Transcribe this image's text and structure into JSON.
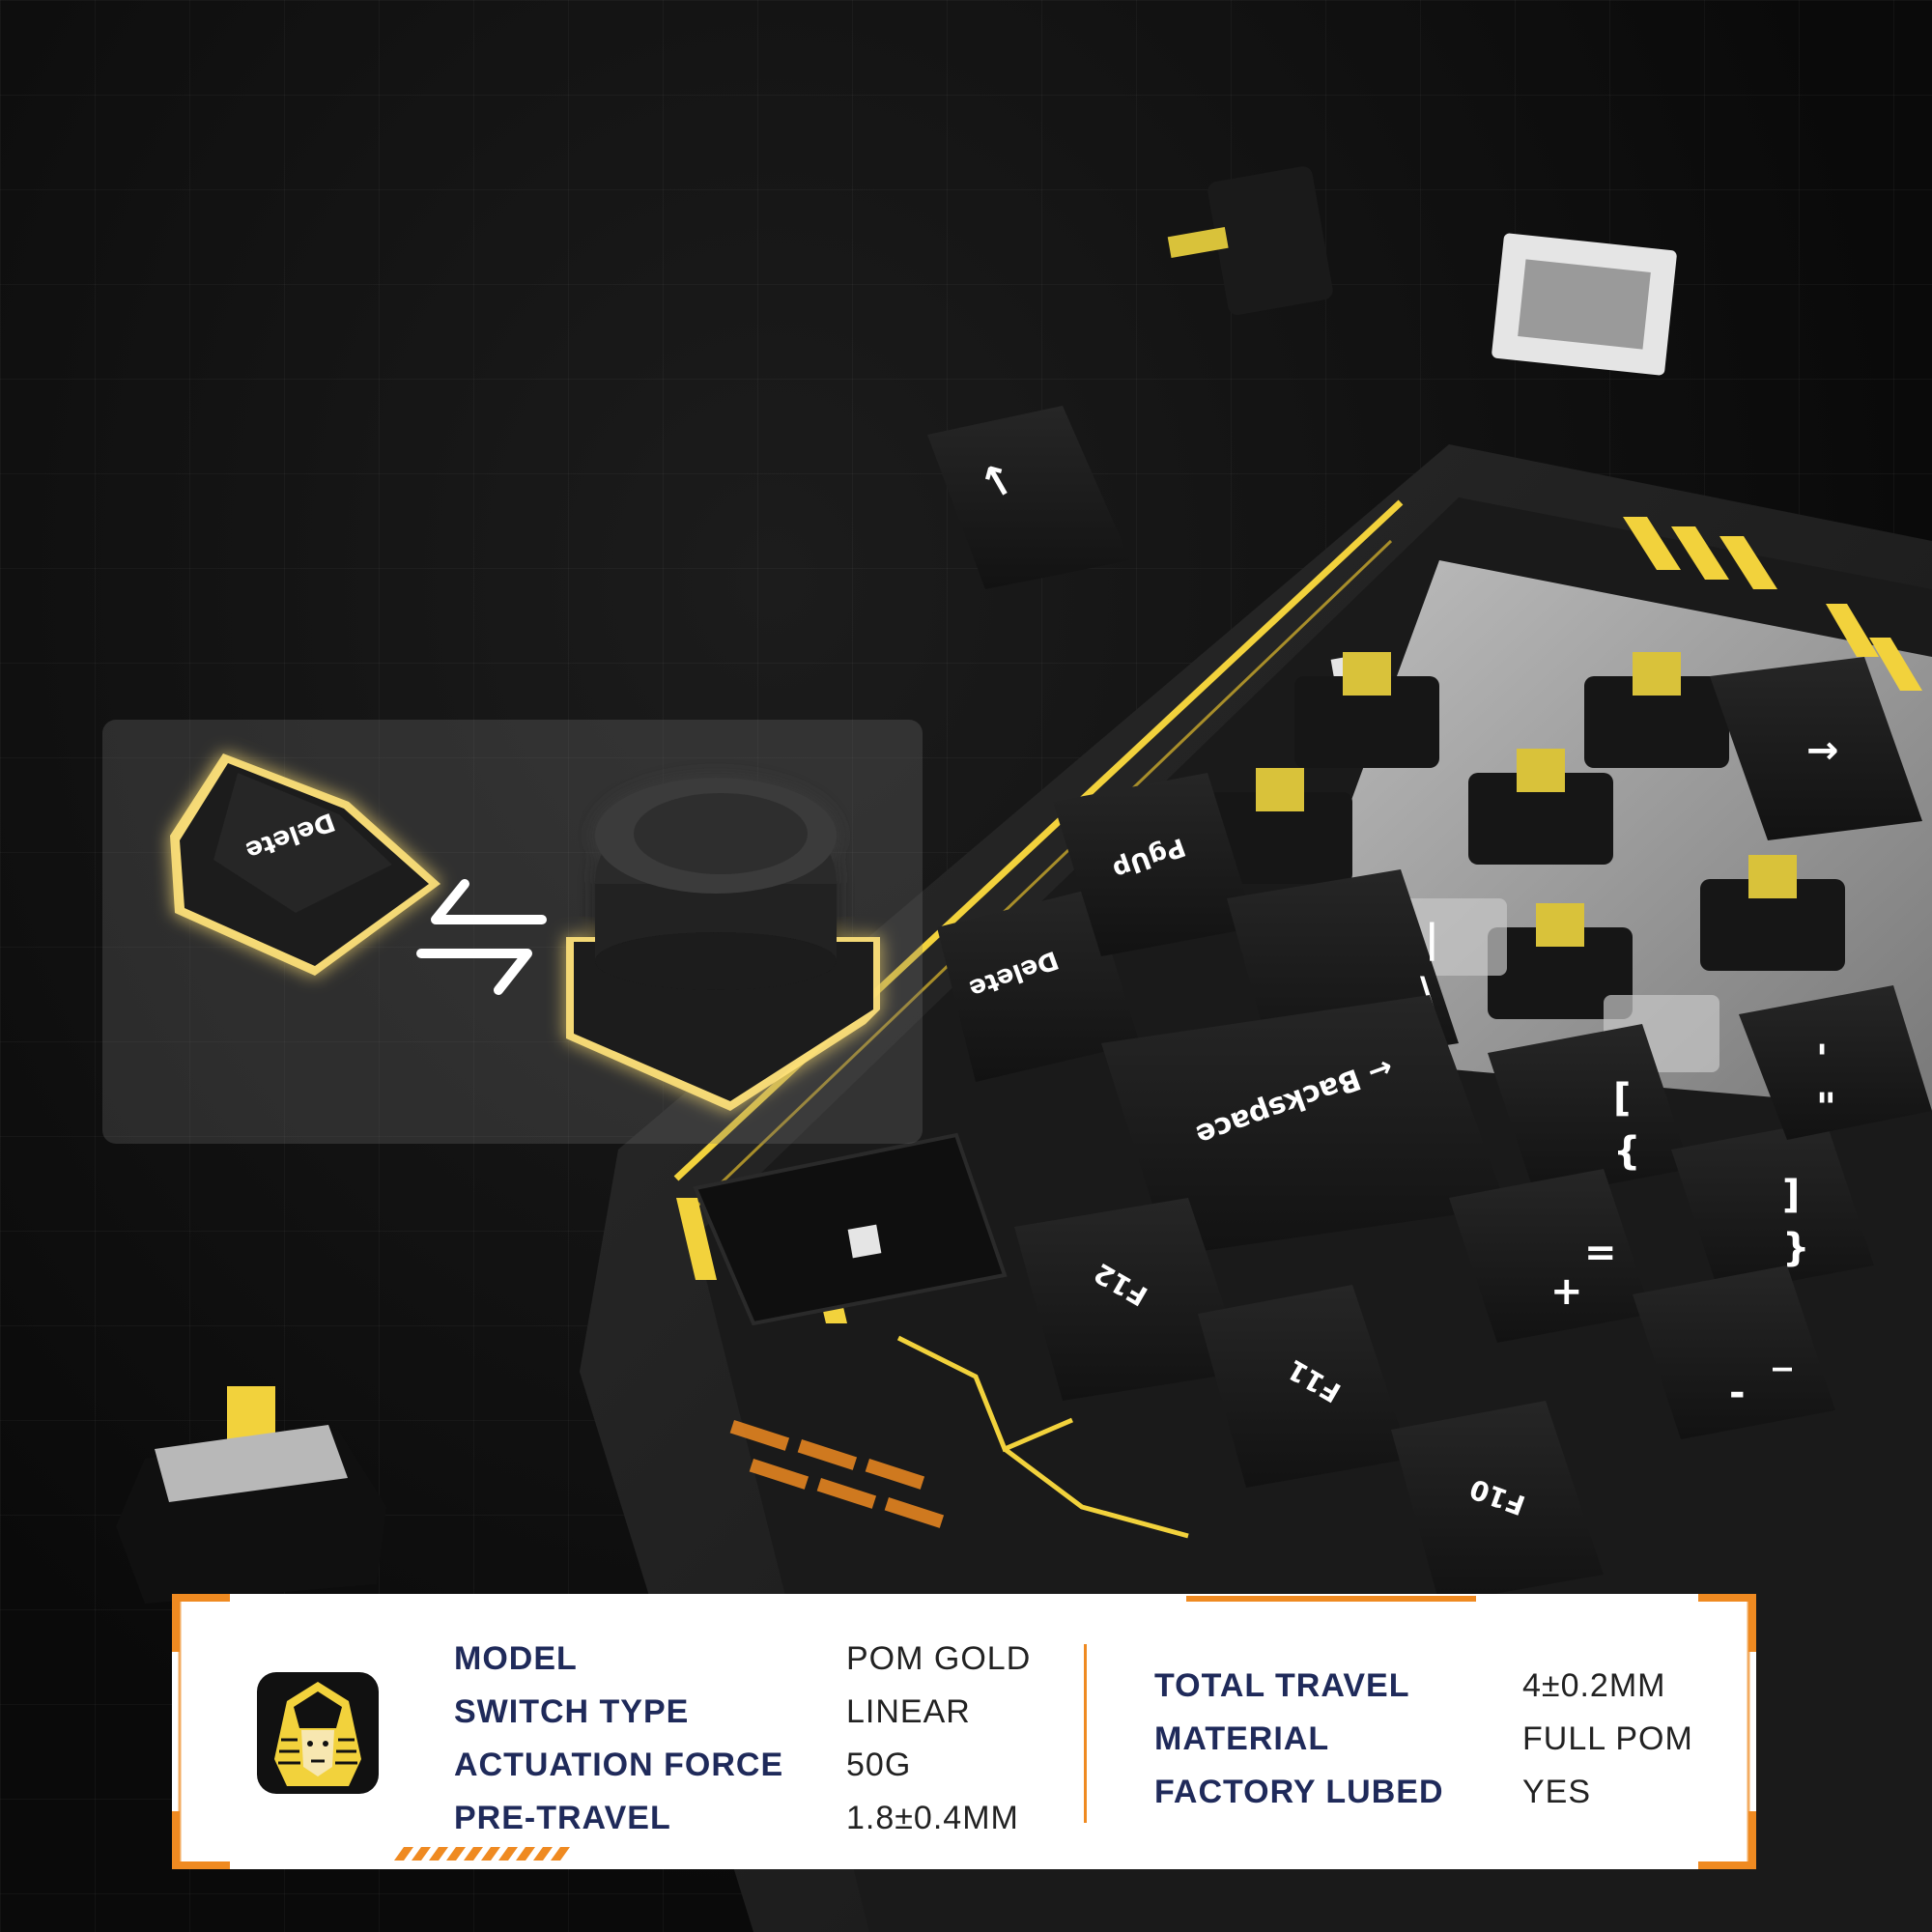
{
  "keycaps": {
    "delete": "Delete",
    "pgup": "PgUp",
    "backspace": "← Backspace",
    "f12": "F12",
    "f11": "F11",
    "f10": "F10",
    "arrow_up": "↑",
    "arrow_right": "→",
    "backslash_top": "|",
    "backslash_bottom": "\\",
    "bracket_l_top": "{",
    "bracket_l_bottom": "[",
    "bracket_r_top": "}",
    "bracket_r_bottom": "]",
    "equals_top": "+",
    "equals_bottom": "=",
    "minus_top": "_",
    "minus_bottom": "-",
    "quote_top": "\"",
    "quote_bottom": "'"
  },
  "specs": {
    "left": [
      {
        "label": "MODEL",
        "value": "POM GOLD"
      },
      {
        "label": "SWITCH TYPE",
        "value": "LINEAR"
      },
      {
        "label": "ACTUATION FORCE",
        "value": "50G"
      },
      {
        "label": "PRE-TRAVEL",
        "value": "1.8±0.4MM"
      }
    ],
    "right": [
      {
        "label": "TOTAL TRAVEL",
        "value": "4±0.2MM"
      },
      {
        "label": "MATERIAL",
        "value": "FULL POM"
      },
      {
        "label": "FACTORY LUBED",
        "value": "YES"
      }
    ]
  },
  "colors": {
    "accent_gold": "#f2d23c",
    "accent_orange": "#ef8a21",
    "label_navy": "#1f2a5a",
    "keycap_black": "#1b1b1b"
  }
}
